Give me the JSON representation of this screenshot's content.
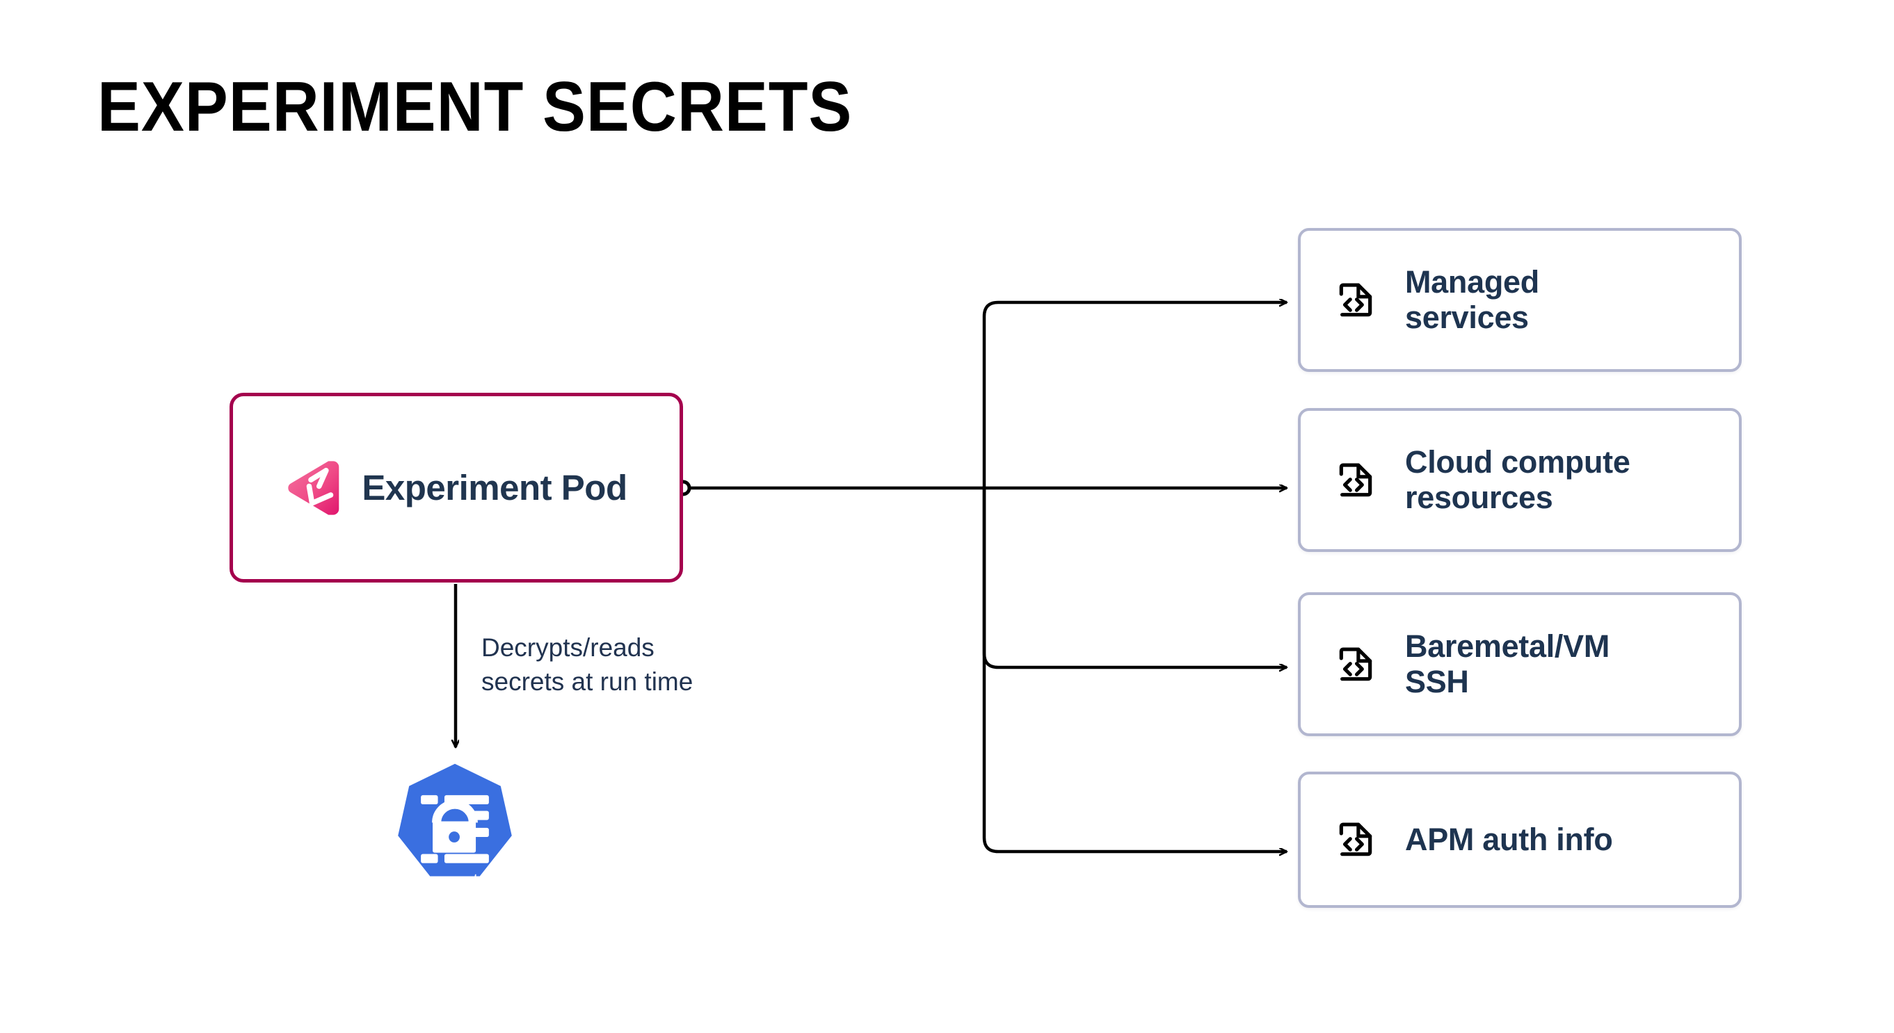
{
  "title": "EXPERIMENT SECRETS",
  "colors": {
    "pod_border": "#a4004d",
    "card_border": "#b2b6cf",
    "text_navy": "#1e3450",
    "k8s_blue": "#3a6fe0",
    "logo_pink_light": "#f0609a",
    "logo_pink_dark": "#e01a6f",
    "connector": "#000000",
    "background": "#ffffff"
  },
  "pod": {
    "label": "Experiment Pod",
    "logo_icon": "chaos-experiment-logo-icon"
  },
  "edges": {
    "to_secret_label": "Decrypts/reads\nsecrets at run time"
  },
  "secret": {
    "label": "secret",
    "icon": "kubernetes-secret-icon"
  },
  "cards": [
    {
      "label": "Managed\nservices",
      "icon": "code-file-icon"
    },
    {
      "label": "Cloud compute\nresources",
      "icon": "code-file-icon"
    },
    {
      "label": "Baremetal/VM\nSSH",
      "icon": "code-file-icon"
    },
    {
      "label": "APM auth info",
      "icon": "code-file-icon"
    }
  ]
}
